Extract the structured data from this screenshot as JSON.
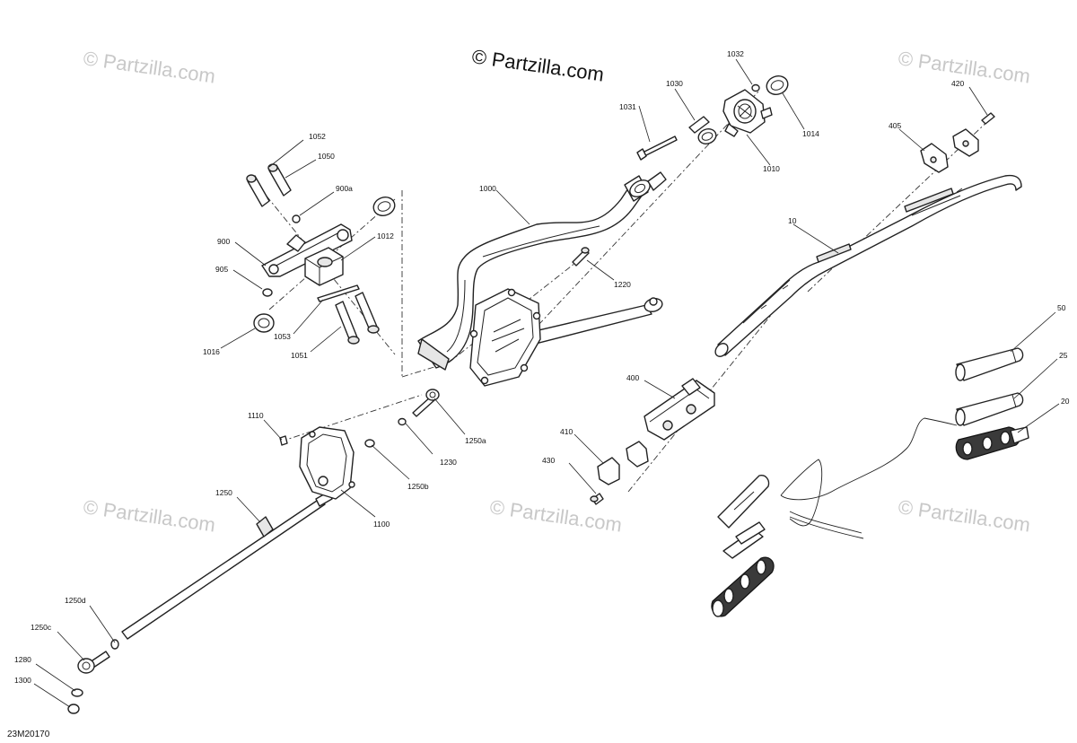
{
  "copyright_watermark": "© Partzilla.com",
  "background_watermark": "© Partzilla.com",
  "diagram_code": "23M20170",
  "callouts": [
    "1052",
    "1050",
    "900a",
    "900",
    "905",
    "1012",
    "1016",
    "1053",
    "1051",
    "1000",
    "1031",
    "1030",
    "1032",
    "1014",
    "1010",
    "1220",
    "420",
    "405",
    "10",
    "50",
    "25",
    "20",
    "400",
    "410",
    "430",
    "1110",
    "1250a",
    "1230",
    "1250b",
    "1100",
    "1250",
    "1250d",
    "1250c",
    "1280",
    "1300"
  ]
}
